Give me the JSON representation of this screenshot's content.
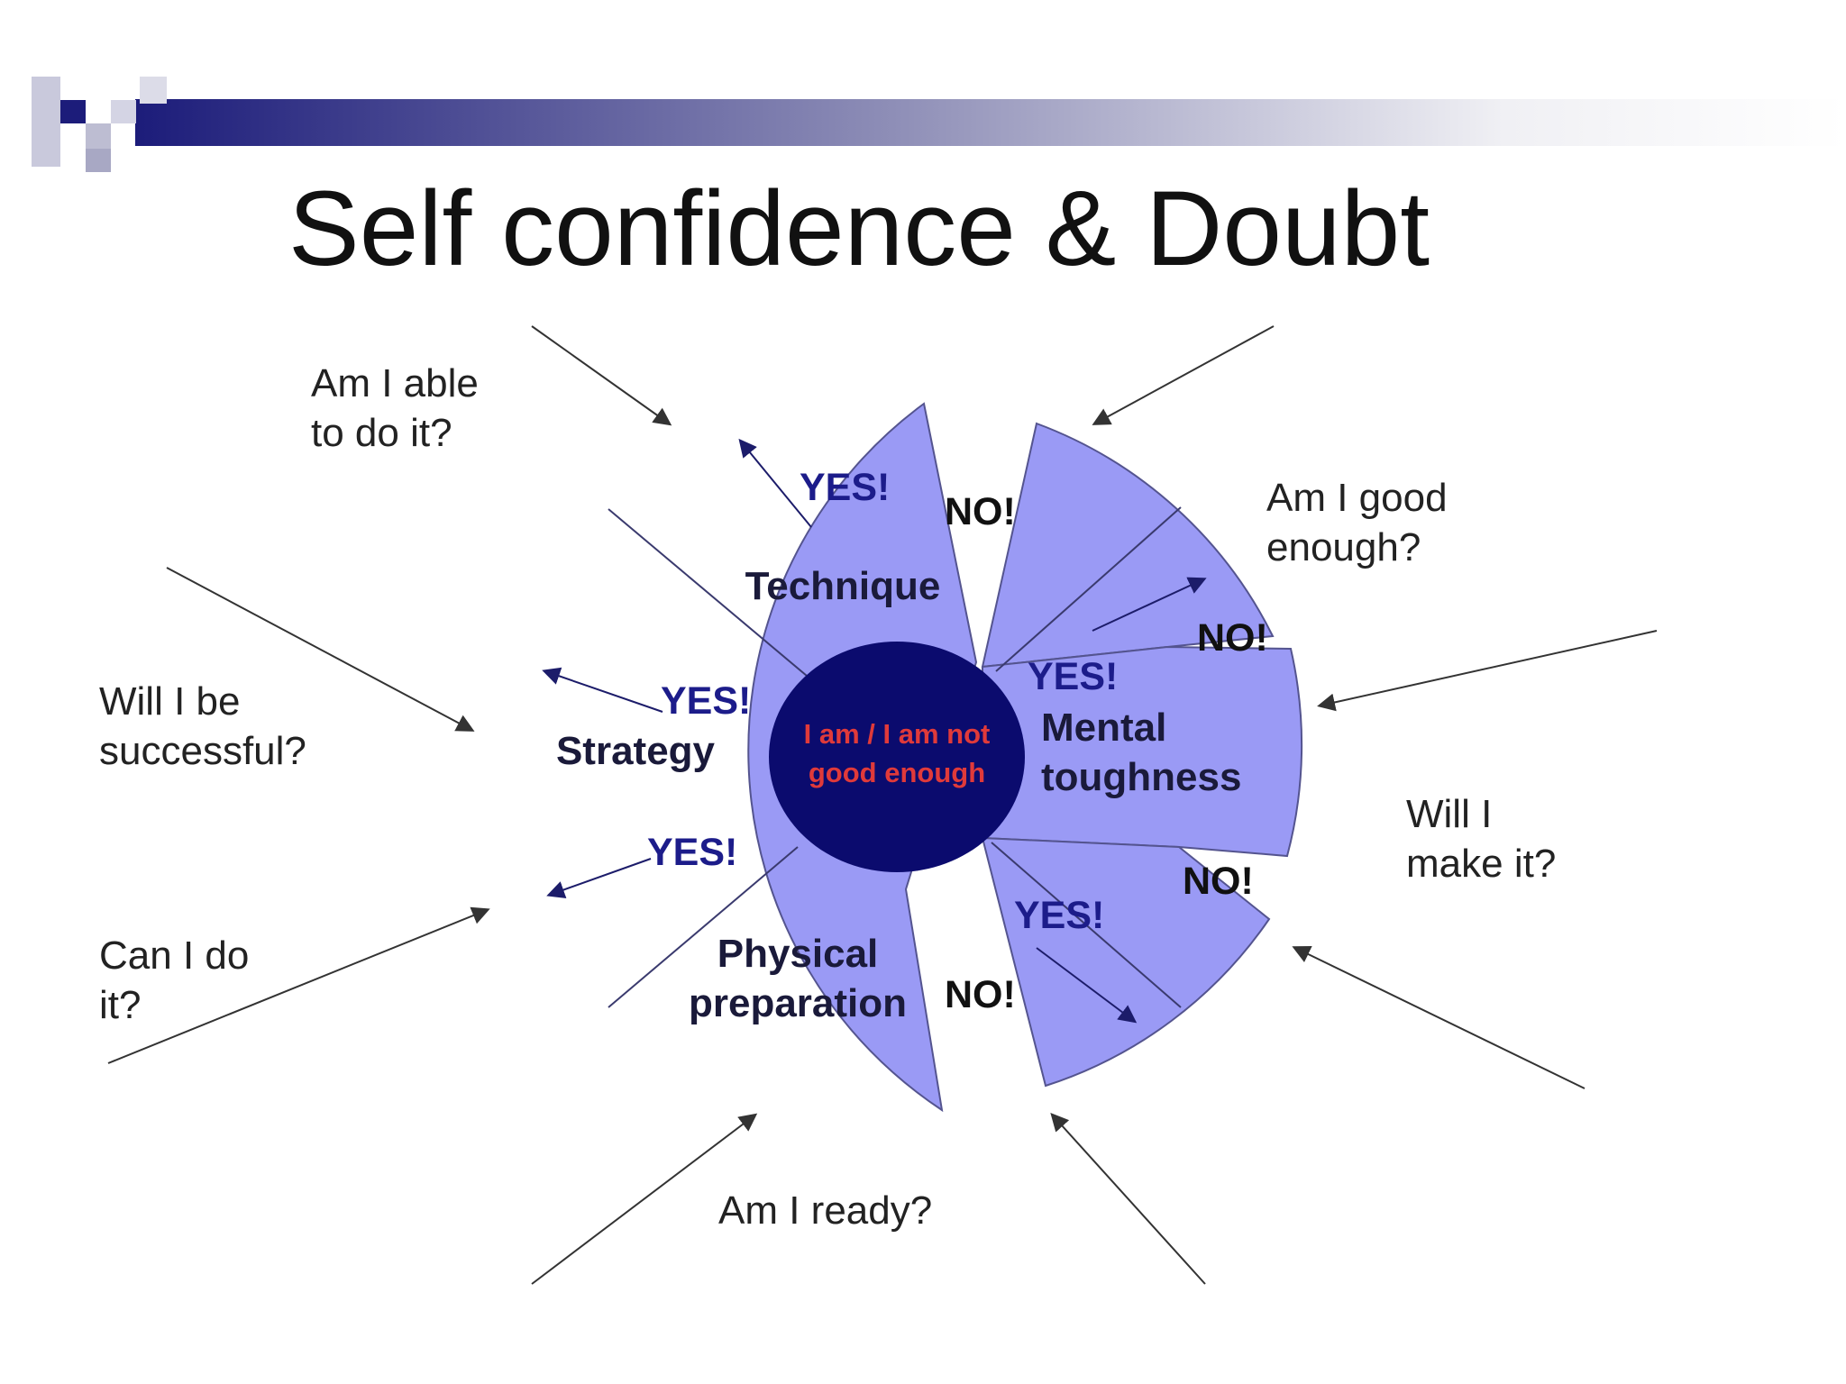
{
  "title": "Self confidence & Doubt",
  "colors": {
    "segment_fill": "#9a9af5",
    "segment_stroke": "#54548f",
    "core_fill": "#0b0b6e",
    "core_text": "#e03a3a",
    "header_gradient_start": "#1c1c7a",
    "arrow": "#333333"
  },
  "questions": {
    "able": "Am I able\nto do it?",
    "good_enough": "Am I good\nenough?",
    "successful": "Will I be\nsuccessful?",
    "make_it": "Will I\nmake it?",
    "can_do": "Can I do\nit?",
    "ready": "Am I ready?"
  },
  "segments": {
    "technique": "Technique",
    "strategy": "Strategy",
    "physical": "Physical\npreparation",
    "mental": "Mental\ntoughness"
  },
  "core": {
    "line1": "I am / I am not",
    "line2": "good enough"
  },
  "yes_label": "YES!",
  "no_label": "NO!"
}
